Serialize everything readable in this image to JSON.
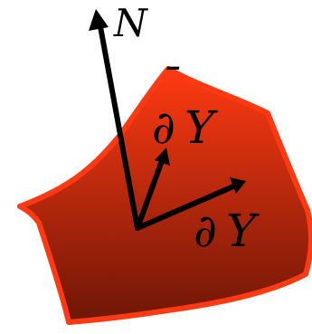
{
  "diagram": {
    "labels": {
      "normal": "N",
      "dbar_partial": "∂",
      "dbar_letter": "Y",
      "dbar_overbar": "¯",
      "d_partial": "∂",
      "d_letter": "Y"
    },
    "colors": {
      "surface_top": "#ff3a12",
      "surface_bottom": "#6e1606",
      "surface_outline": "#ff3a12",
      "vectors": "#000000",
      "background": "#ffffff"
    }
  }
}
